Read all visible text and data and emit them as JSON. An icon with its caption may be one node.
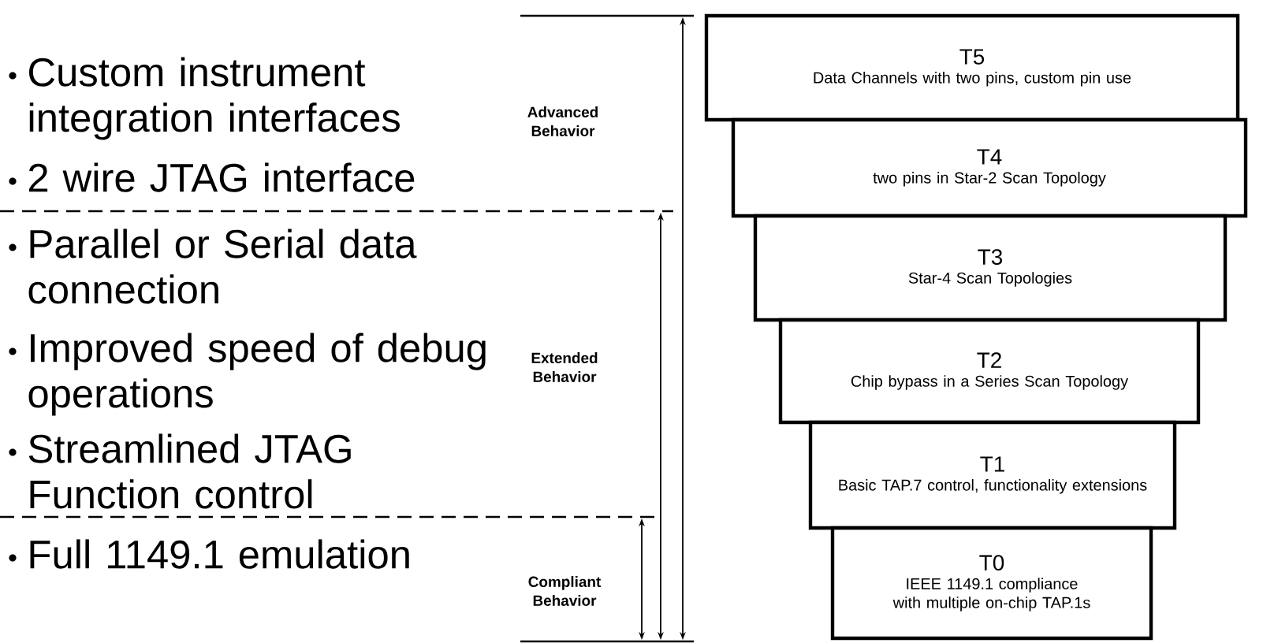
{
  "diagram": {
    "nodes": [
      {
        "text": [
          "T5",
          "Data Channels with two pins, custom pin use"
        ]
      },
      {
        "text": [
          "T4",
          "two pins in Star-2 Scan Topology"
        ]
      },
      {
        "text": [
          "T3",
          "Star-4 Scan Topologies"
        ]
      },
      {
        "text": [
          "T2",
          "Chip bypass in a Series Scan Topology"
        ]
      },
      {
        "text": [
          "T1",
          "Basic TAP.7 control, functionality extensions"
        ]
      },
      {
        "text": [
          "T0",
          "IEEE 1149.1 compliance with multiple on-chip TAP.1s"
        ]
      }
    ],
    "labels": [
      "Custom instrument integration interfaces",
      "2 wire JTAG interface",
      "Parallel or Serial data connection",
      "Improved speed of debug operations",
      "Streamlined JTAG Function control",
      "Full 1149.1 emulation",
      "Advanced Behavior",
      "Extended Behavior",
      "Compliant Behavior"
    ]
  }
}
